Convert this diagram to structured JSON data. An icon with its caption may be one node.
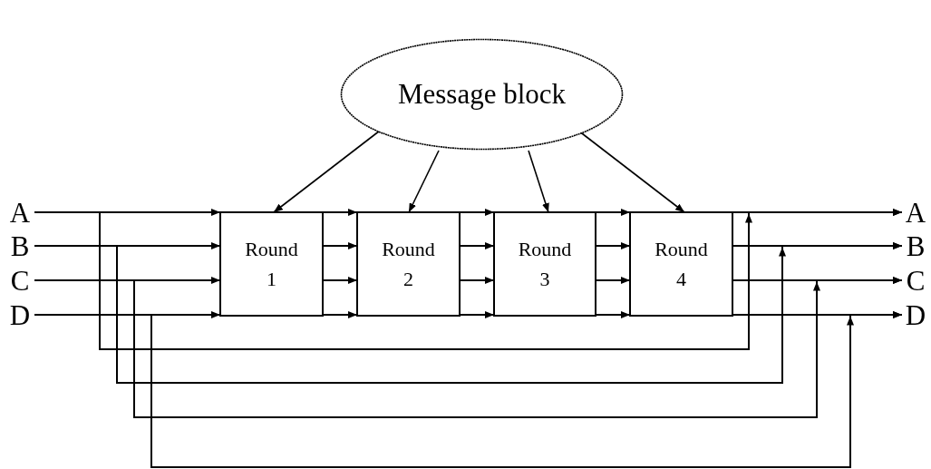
{
  "diagram": {
    "nodes": [
      {
        "text": [
          "Message block"
        ]
      },
      {
        "text": [
          "A"
        ]
      },
      {
        "text": [
          "B"
        ]
      },
      {
        "text": [
          "C"
        ]
      },
      {
        "text": [
          "D"
        ]
      },
      {
        "text": [
          "Round 1"
        ]
      },
      {
        "text": [
          "Round 2"
        ]
      },
      {
        "text": [
          "Round 3"
        ]
      },
      {
        "text": [
          "Round 4"
        ]
      },
      {
        "text": [
          "A"
        ]
      },
      {
        "text": [
          "B"
        ]
      },
      {
        "text": [
          "C"
        ]
      },
      {
        "text": [
          "D"
        ]
      }
    ],
    "edges": [
      {
        "from": 0,
        "to": 5,
        "arrow": "to"
      },
      {
        "from": 0,
        "to": 6,
        "arrow": "to"
      },
      {
        "from": 0,
        "to": 7,
        "arrow": "to"
      },
      {
        "from": 0,
        "to": 8,
        "arrow": "to"
      },
      {
        "from": 1,
        "to": 5,
        "arrow": "to"
      },
      {
        "from": 2,
        "to": 5,
        "arrow": "to"
      },
      {
        "from": 3,
        "to": 5,
        "arrow": "to"
      },
      {
        "from": 4,
        "to": 5,
        "arrow": "to"
      },
      {
        "from": 5,
        "to": 6,
        "arrow": "to"
      },
      {
        "from": 5,
        "to": 6,
        "arrow": "to"
      },
      {
        "from": 5,
        "to": 6,
        "arrow": "to"
      },
      {
        "from": 5,
        "to": 6,
        "arrow": "to"
      },
      {
        "from": 6,
        "to": 7,
        "arrow": "to"
      },
      {
        "from": 6,
        "to": 7,
        "arrow": "to"
      },
      {
        "from": 6,
        "to": 7,
        "arrow": "to"
      },
      {
        "from": 6,
        "to": 7,
        "arrow": "to"
      },
      {
        "from": 7,
        "to": 8,
        "arrow": "to"
      },
      {
        "from": 7,
        "to": 8,
        "arrow": "to"
      },
      {
        "from": 7,
        "to": 8,
        "arrow": "to"
      },
      {
        "from": 7,
        "to": 8,
        "arrow": "to"
      },
      {
        "from": 8,
        "to": 9,
        "arrow": "to"
      },
      {
        "from": 8,
        "to": 10,
        "arrow": "to"
      },
      {
        "from": 8,
        "to": 11,
        "arrow": "to"
      },
      {
        "from": 8,
        "to": 12,
        "arrow": "to"
      },
      {
        "from": 1,
        "to": 9,
        "arrow": "to"
      },
      {
        "from": 2,
        "to": 10,
        "arrow": "to"
      },
      {
        "from": 3,
        "to": 11,
        "arrow": "to"
      },
      {
        "from": 4,
        "to": 12,
        "arrow": "to"
      }
    ]
  }
}
